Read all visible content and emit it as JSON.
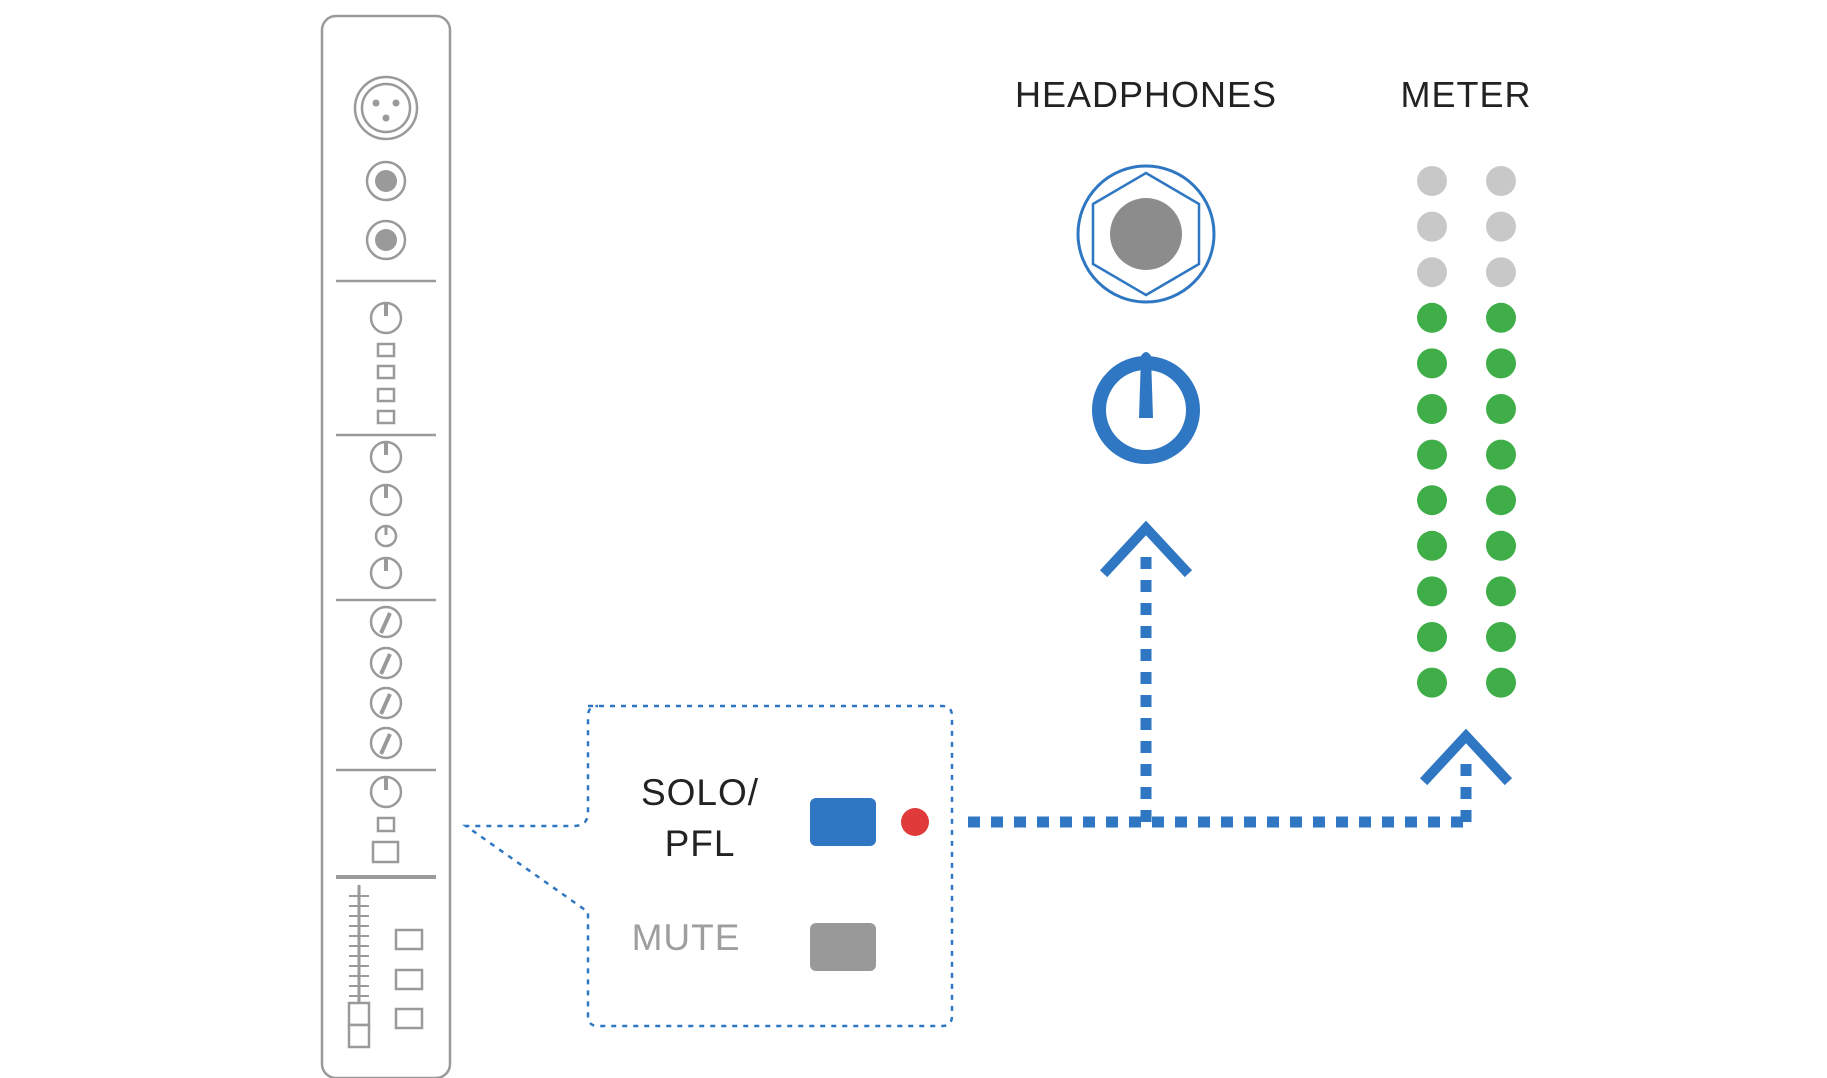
{
  "labels": {
    "headphones": "HEADPHONES",
    "meter": "METER",
    "solo_line1": "SOLO/",
    "solo_line2": "PFL",
    "mute": "MUTE"
  },
  "colors": {
    "blue": "#2f77c2",
    "red": "#e03a3a",
    "green": "#3fae48",
    "meter_off": "#c8c8c8",
    "outline": "#9a9a9a",
    "dark_gray": "#6e6e6e",
    "mute_button": "#999999",
    "jack_center": "#8c8c8c",
    "text_dark": "#222222",
    "text_muted": "#9e9e9e"
  },
  "icons": {
    "channel_strip": "channel-strip-icon",
    "headphone_jack": "headphone-jack-icon",
    "level_knob": "level-knob-icon",
    "solo_button": "solo-button",
    "mute_button": "mute-button",
    "led": "solo-led-icon"
  },
  "meter": {
    "columns": 2,
    "leds_per_column": 12,
    "lit_from_bottom": 9
  }
}
